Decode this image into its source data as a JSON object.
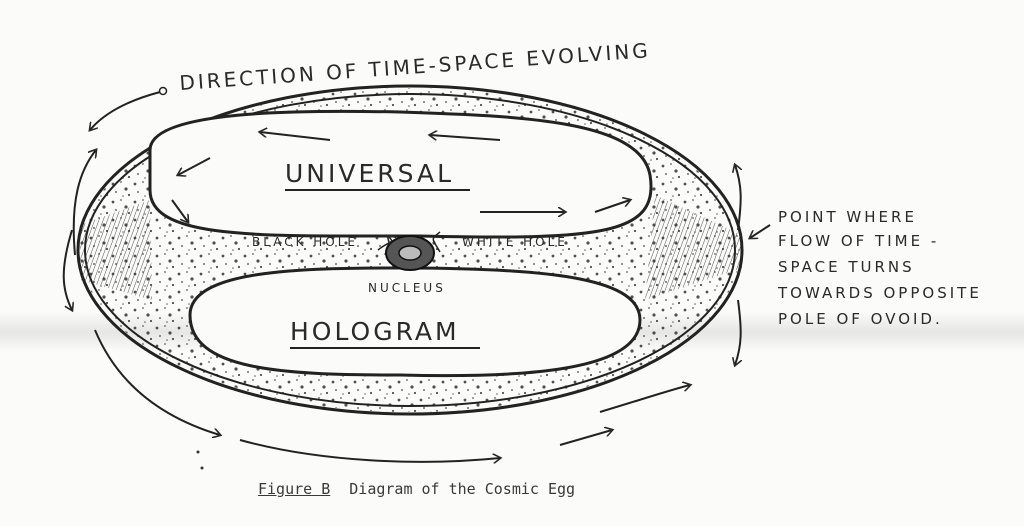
{
  "labels": {
    "direction": "DIRECTION OF TIME-SPACE EVOLVING",
    "universal": "UNIVERSAL",
    "hologram": "HOLOGRAM",
    "black_hole": "BLACK HOLE",
    "white_hole": "WHITE HOLE",
    "nucleus": "NUCLEUS",
    "point_lines": [
      "POINT WHERE",
      "FLOW OF TIME -",
      "SPACE TURNS",
      "TOWARDS OPPOSITE",
      "POLE OF OVOID."
    ]
  },
  "caption": {
    "figure": "Figure B",
    "title": "Diagram of the Cosmic Egg"
  }
}
